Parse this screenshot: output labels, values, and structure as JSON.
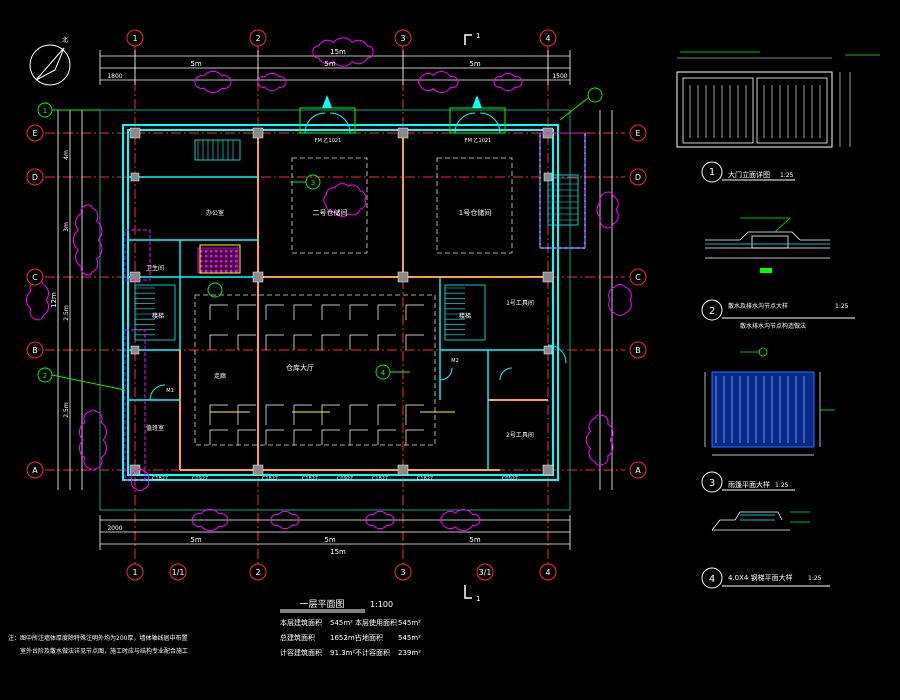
{
  "colors": {
    "background": "#000000",
    "axis": "#ff2a2a",
    "wall": "#00ffff",
    "text": "#ffffff",
    "dimension": "#ffffff",
    "cloud": "#ff00ff",
    "column": "#9a9a9a",
    "beam": "#ffa040",
    "green": "#00ff00",
    "yellow": "#ffff00",
    "blue": "#3070ff",
    "dashed": "#ffffff"
  },
  "grid": {
    "vertical_axes": [
      "1",
      "2",
      "3",
      "4"
    ],
    "extra_bottom_axes": [
      "1/1",
      "3/1"
    ],
    "horizontal_axes": [
      "E",
      "D",
      "C",
      "B",
      "A"
    ]
  },
  "dimensions": {
    "top_total": "15m",
    "top_spans": [
      "5m",
      "5m",
      "5m"
    ],
    "bottom_total": "15m",
    "bottom_spans": [
      "5m",
      "5m",
      "5m"
    ],
    "side_total": "12m",
    "side_spans": [
      "4m",
      "3m",
      "2.5m",
      "2.5m"
    ],
    "small": "1800",
    "small2": "1500",
    "small3": "2000"
  },
  "rooms": {
    "room1": "1号仓储间",
    "room2": "二号仓储间",
    "hall": "仓库大厅",
    "stair1": "楼梯",
    "stair2": "楼梯",
    "room3": "1号工具间",
    "room4": "2号工具间",
    "toilet": "卫生间",
    "office": "办公室",
    "corridor": "走廊",
    "duty": "值班室"
  },
  "doors": {
    "d1": "M1",
    "d2": "M2",
    "c1": "C1827",
    "c2": "C0927",
    "fm": "FM 乙1021"
  },
  "legend_panel": {
    "detail1_num": "1",
    "detail1_title": "大门立面详图",
    "detail1_scale": "1:25",
    "detail2_num": "2",
    "detail2_title": "散水及排水沟节点大样",
    "detail2_sub": "散水排水沟节点构造做法",
    "detail2_scale": "1:25",
    "detail3_num": "3",
    "detail3_title": "雨篷平面大样",
    "detail3_scale": "1:25",
    "detail4_num": "4",
    "detail4_title": "4.0X4 钢梯平面大样",
    "detail4_scale": "1:25"
  },
  "plan_title": {
    "name": "一层平面图",
    "scale": "1:100",
    "cut_top": "1",
    "cut_bottom": "1"
  },
  "area_table": {
    "row1_label": "本层建筑面积",
    "row1_value": "545m²",
    "row1_label2": "本层使用面积",
    "row1_value2": "545m²",
    "row2_label": "总建筑面积",
    "row2_value": "1652m²",
    "row2_label2": "占地面积",
    "row2_value2": "545m²",
    "row3_label": "计容建筑面积",
    "row3_value": "91.3m²",
    "row3_label2": "不计容面积",
    "row3_value2": "239m²"
  },
  "notes": {
    "line1": "注：图中所注墙体厚度除特殊注明外均为200厚，墙体轴线居中布置",
    "line2": "室外台阶及散水做法详见节点图，施工时应与结构专业配合施工"
  },
  "north_label": "北"
}
